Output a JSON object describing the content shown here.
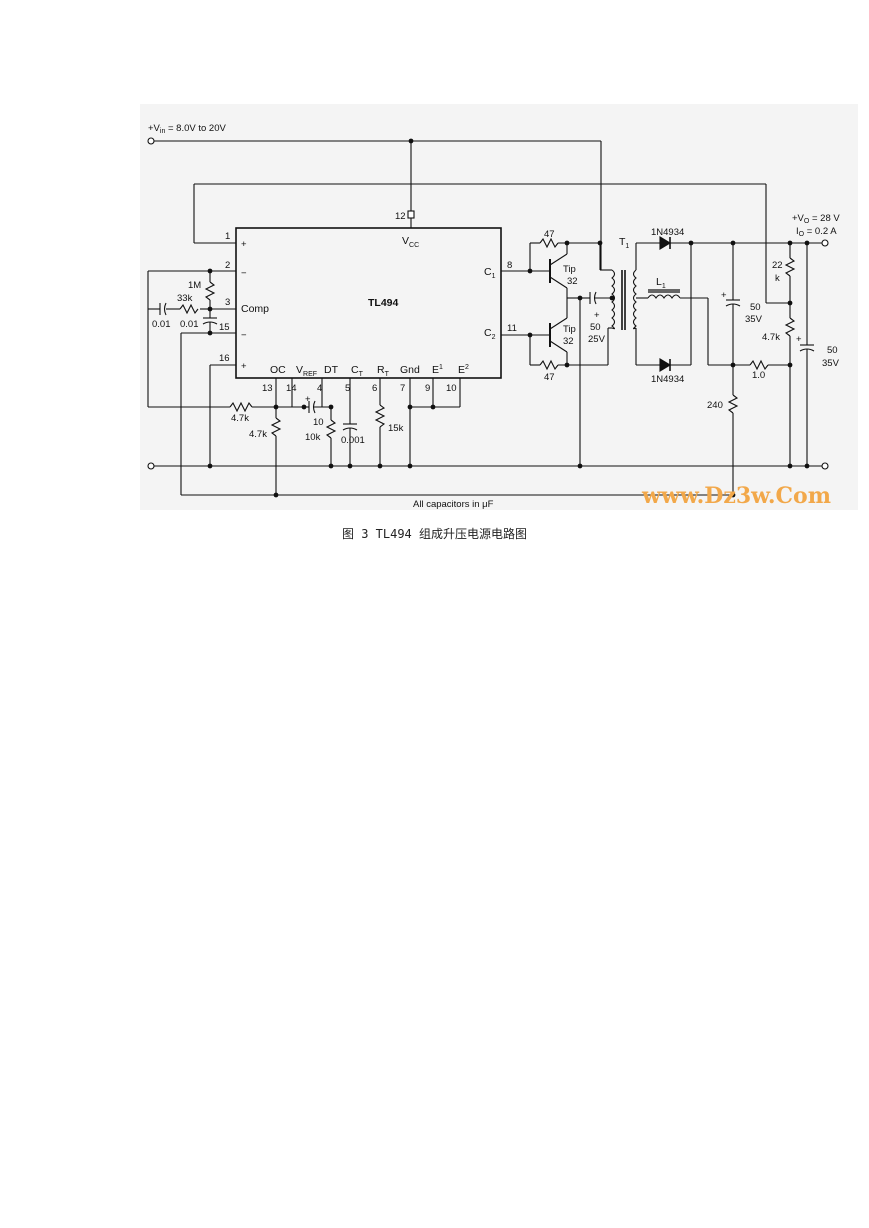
{
  "diagram": {
    "vin_prefix": "+V",
    "vin_sub": "in",
    "vin_suffix": " = 8.0V to 20V",
    "ic_name": "TL494",
    "vcc": "V",
    "vcc_sub": "CC",
    "pin_left": [
      "1",
      "2",
      "3",
      "15",
      "16"
    ],
    "sign_left": [
      "+",
      "−",
      "−",
      "+"
    ],
    "comp": "Comp",
    "pin12": "12",
    "pin8": "8",
    "pin11": "11",
    "c1": "C",
    "c1_sub": "1",
    "c2": "C",
    "c2_sub": "2",
    "bottom_pins": [
      "13",
      "14",
      "4",
      "5",
      "6",
      "7",
      "9",
      "10"
    ],
    "oc": "OC",
    "vref": "V",
    "vref_sub": "REF",
    "dt": "DT",
    "ct": "C",
    "ct_sub": "T",
    "rt": "R",
    "rt_sub": "T",
    "gnd": "Gnd",
    "e1": "E",
    "e1_sup": "1",
    "e2": "E",
    "e2_sup": "2",
    "r_1m": "1M",
    "r_33k": "33k",
    "c_001a": "0.01",
    "c_001b": "0.01",
    "r_47k_a": "4.7k",
    "r_47k_b": "4.7k",
    "c_10": "10",
    "r_10k": "10k",
    "c_0001": "0.001",
    "r_15k": "15k",
    "r_47_top": "47",
    "r_47_bot": "47",
    "tip_top": [
      "Tip",
      "32"
    ],
    "tip_bot": [
      "Tip",
      "32"
    ],
    "c_50_25v": [
      "50",
      "25V"
    ],
    "t1": "T",
    "t1_sub": "1",
    "d_top": "1N4934",
    "d_bot": "1N4934",
    "l1": "L",
    "l1_sub": "1",
    "c_50_35v_mid": [
      "50",
      "35V"
    ],
    "r_22k": [
      "22",
      "k"
    ],
    "r_47k_out": "4.7k",
    "r_1_0": "1.0",
    "r_240": "240",
    "c_50_35v_out": [
      "50",
      "35V"
    ],
    "vo_prefix": "+V",
    "vo_sub": "O",
    "vo_suffix": " = 28 V",
    "io_prefix": "I",
    "io_sub": "O",
    "io_suffix": " = 0.2 A",
    "note": "All capacitors in μF",
    "watermark": "www.Dz3w.Com"
  },
  "caption": "图 3 TL494 组成升压电源电路图"
}
